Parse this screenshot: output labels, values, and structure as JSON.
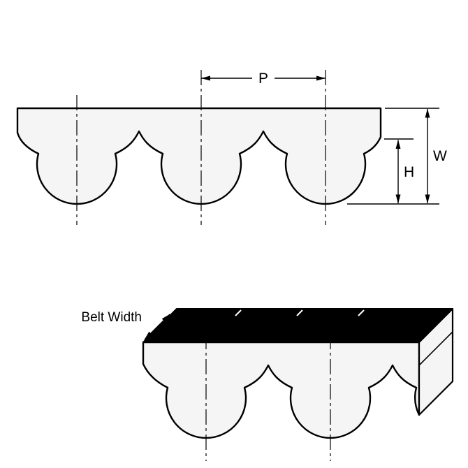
{
  "diagram": {
    "type": "technical-drawing",
    "subject": "Curvilinear (HTD) timing belt tooth profile, section view and 3D perspective view",
    "labels": {
      "p": "P",
      "w": "W",
      "h": "H",
      "belt_width": "Belt Width"
    },
    "views": {
      "profile_section": {
        "teeth_visible": 3
      },
      "perspective": {
        "teeth_visible": 2
      }
    },
    "colors": {
      "line": "#000000",
      "belt_fill": "#f5f5f5",
      "top_face_fill": "#000000",
      "background": "#ffffff"
    }
  }
}
